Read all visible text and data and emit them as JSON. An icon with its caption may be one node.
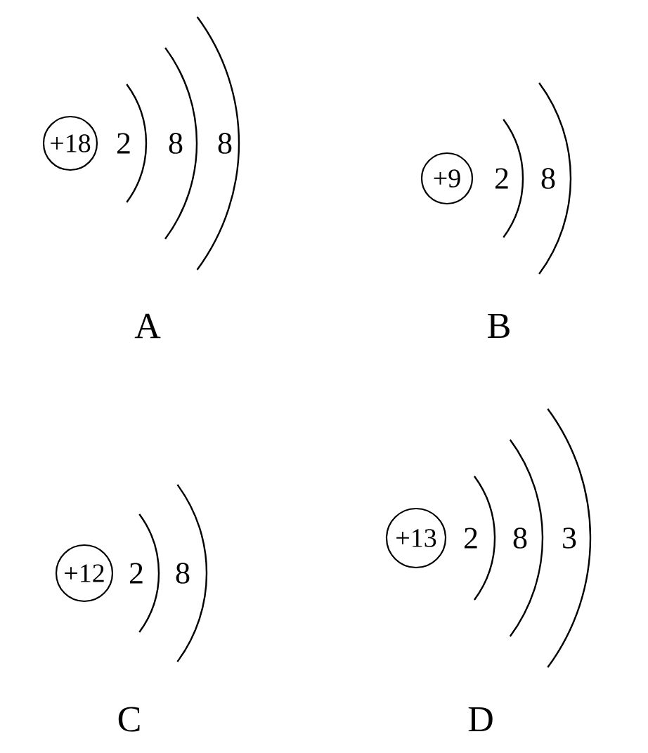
{
  "diagram": {
    "nodes": [
      {
        "text": [
          "+18"
        ]
      },
      {
        "text": [
          "+9"
        ]
      },
      {
        "text": [
          "+12"
        ]
      },
      {
        "text": [
          "+13"
        ]
      }
    ],
    "labels": [
      "2",
      "8",
      "8",
      "2",
      "8",
      "A",
      "B",
      "2",
      "8",
      "2",
      "8",
      "3",
      "C",
      "D"
    ]
  }
}
